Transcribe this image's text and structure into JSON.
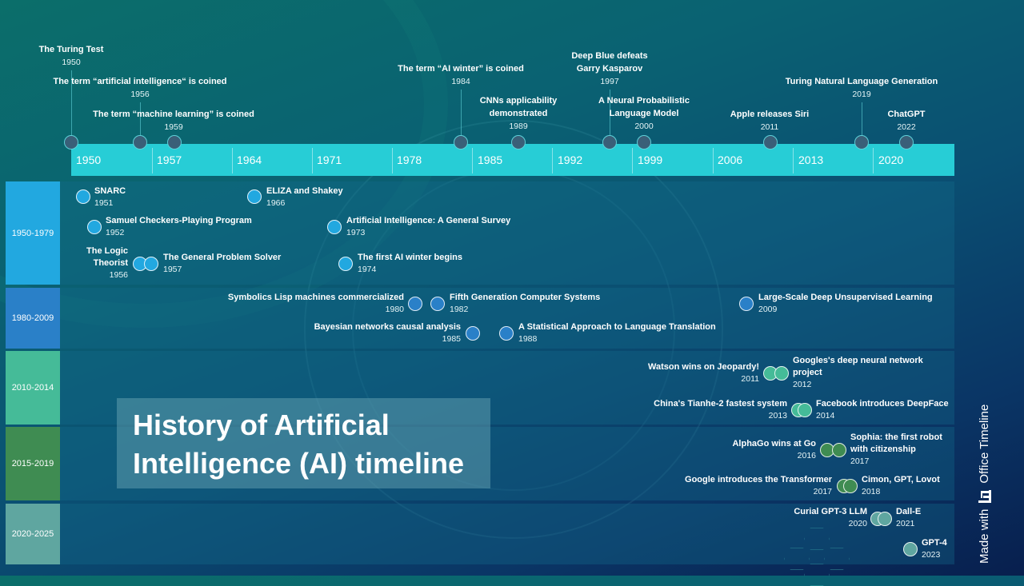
{
  "title": {
    "line1": "History of Artificial",
    "line2": "Intelligence (AI) timeline"
  },
  "branding": {
    "made_with": "Made with",
    "product": "Office Timeline"
  },
  "axis": {
    "ticks": [
      "1950",
      "1957",
      "1964",
      "1971",
      "1978",
      "1985",
      "1992",
      "1999",
      "2006",
      "2013",
      "2020"
    ],
    "color": "#27cdd6"
  },
  "milestones": [
    {
      "label": "The Turing Test",
      "year": "1950"
    },
    {
      "label": "The term “artificial intelligence“ is coined",
      "year": "1956"
    },
    {
      "label": "The term “machine learning” is coined",
      "year": "1959"
    },
    {
      "label": "The term “AI winter” is coined",
      "year": "1984"
    },
    {
      "label": "CNNs applicability",
      "label2": "demonstrated",
      "year": "1989"
    },
    {
      "label": "Deep Blue defeats",
      "label2": "Garry Kasparov",
      "year": "1997"
    },
    {
      "label": "A Neural Probabilistic",
      "label2": "Language Model",
      "year": "2000"
    },
    {
      "label": "Apple releases Siri",
      "year": "2011"
    },
    {
      "label": "Turing Natural Language Generation",
      "year": "2019"
    },
    {
      "label": "ChatGPT",
      "year": "2022"
    }
  ],
  "lanes": [
    {
      "label": "1950-1979",
      "color": "#22a8e0",
      "tasks": [
        {
          "label": "SNARC",
          "year": "1951"
        },
        {
          "label": "ELIZA and Shakey",
          "year": "1966"
        },
        {
          "label": "Samuel Checkers-Playing Program",
          "year": "1952"
        },
        {
          "label": "Artificial Intelligence: A General Survey",
          "year": "1973"
        },
        {
          "label": "The Logic",
          "label2": "Theorist",
          "year": "1956"
        },
        {
          "label": "The General Problem Solver",
          "year": "1957"
        },
        {
          "label": "The first AI winter begins",
          "year": "1974"
        }
      ]
    },
    {
      "label": "1980-2009",
      "color": "#2a80c8",
      "tasks": [
        {
          "label": "Symbolics Lisp machines commercialized",
          "year": "1980"
        },
        {
          "label": "Fifth Generation Computer Systems",
          "year": "1982"
        },
        {
          "label": "Large-Scale Deep Unsupervised Learning",
          "year": "2009"
        },
        {
          "label": "Bayesian networks causal analysis",
          "year": "1985"
        },
        {
          "label": "A Statistical Approach to Language Translation",
          "year": "1988"
        }
      ]
    },
    {
      "label": "2010-2014",
      "color": "#45bb98",
      "tasks": [
        {
          "label": "Watson wins on Jeopardy!",
          "year": "2011"
        },
        {
          "label": "Googles's deep neural network",
          "label2": "project",
          "year": "2012"
        },
        {
          "label": "China's Tianhe-2 fastest system",
          "year": "2013"
        },
        {
          "label": "Facebook introduces DeepFace",
          "year": "2014"
        }
      ]
    },
    {
      "label": "2015-2019",
      "color": "#3f8c52",
      "tasks": [
        {
          "label": "AlphaGo wins at Go",
          "year": "2016"
        },
        {
          "label": "Sophia: the first robot",
          "label2": "with citizenship",
          "year": "2017"
        },
        {
          "label": "Google introduces the Transformer",
          "year": "2017"
        },
        {
          "label": "Cimon, GPT, Lovot",
          "year": "2018"
        }
      ]
    },
    {
      "label": "2020-2025",
      "color": "#5fa6a0",
      "tasks": [
        {
          "label": "Curial GPT-3 LLM",
          "year": "2020"
        },
        {
          "label": "Dall-E",
          "year": "2021"
        },
        {
          "label": "GPT-4",
          "year": "2023"
        }
      ]
    }
  ]
}
